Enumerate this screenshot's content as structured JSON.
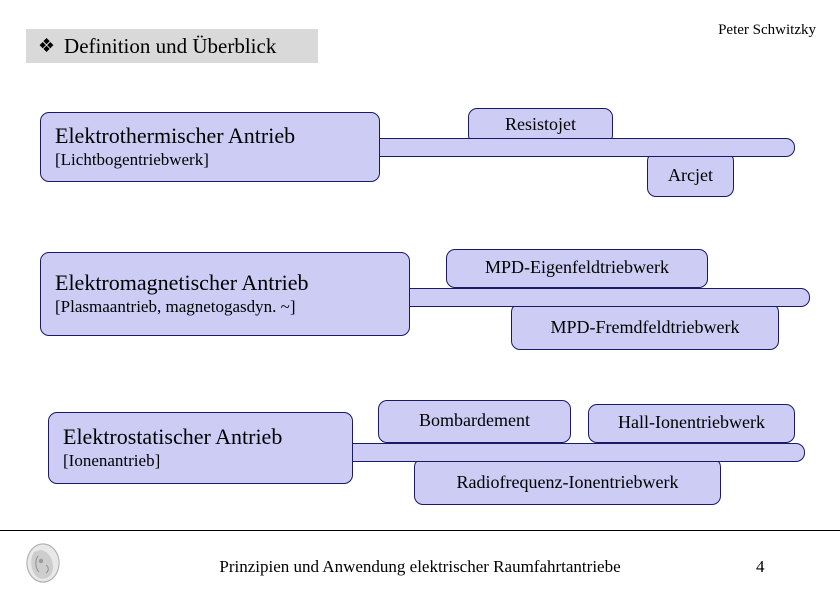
{
  "slide": {
    "title": "Definition und Überblick",
    "title_bullet_icon": "diamond-bullet-icon",
    "bullet_glyph": "❖",
    "author": "Peter Schwitzky",
    "accent_fill": "#ccccf5",
    "accent_border": "#1a1a66",
    "title_band_bg": "#d9d9d9"
  },
  "rows": [
    {
      "main_title": "Elektrothermischer Antrieb",
      "main_subtitle": "[Lichtbogentriebwerk]",
      "branches_above": [
        "Resistojet"
      ],
      "branches_below": [
        "Arcjet"
      ]
    },
    {
      "main_title": "Elektromagnetischer Antrieb",
      "main_subtitle": "[Plasmaantrieb, magnetogasdyn. ~]",
      "branches_above": [
        "MPD-Eigenfeldtriebwerk"
      ],
      "branches_below": [
        "MPD-Fremdfeldtriebwerk"
      ]
    },
    {
      "main_title": "Elektrostatischer Antrieb",
      "main_subtitle": "[Ionenantrieb]",
      "branches_above": [
        "Bombardement",
        "Hall-Ionentriebwerk"
      ],
      "branches_below": [
        "Radiofrequenz-Ionentriebwerk"
      ]
    }
  ],
  "footer": {
    "logo_icon": "university-seal-icon",
    "title": "Prinzipien und Anwendung elektrischer Raumfahrtantriebe",
    "page_number": "4"
  }
}
